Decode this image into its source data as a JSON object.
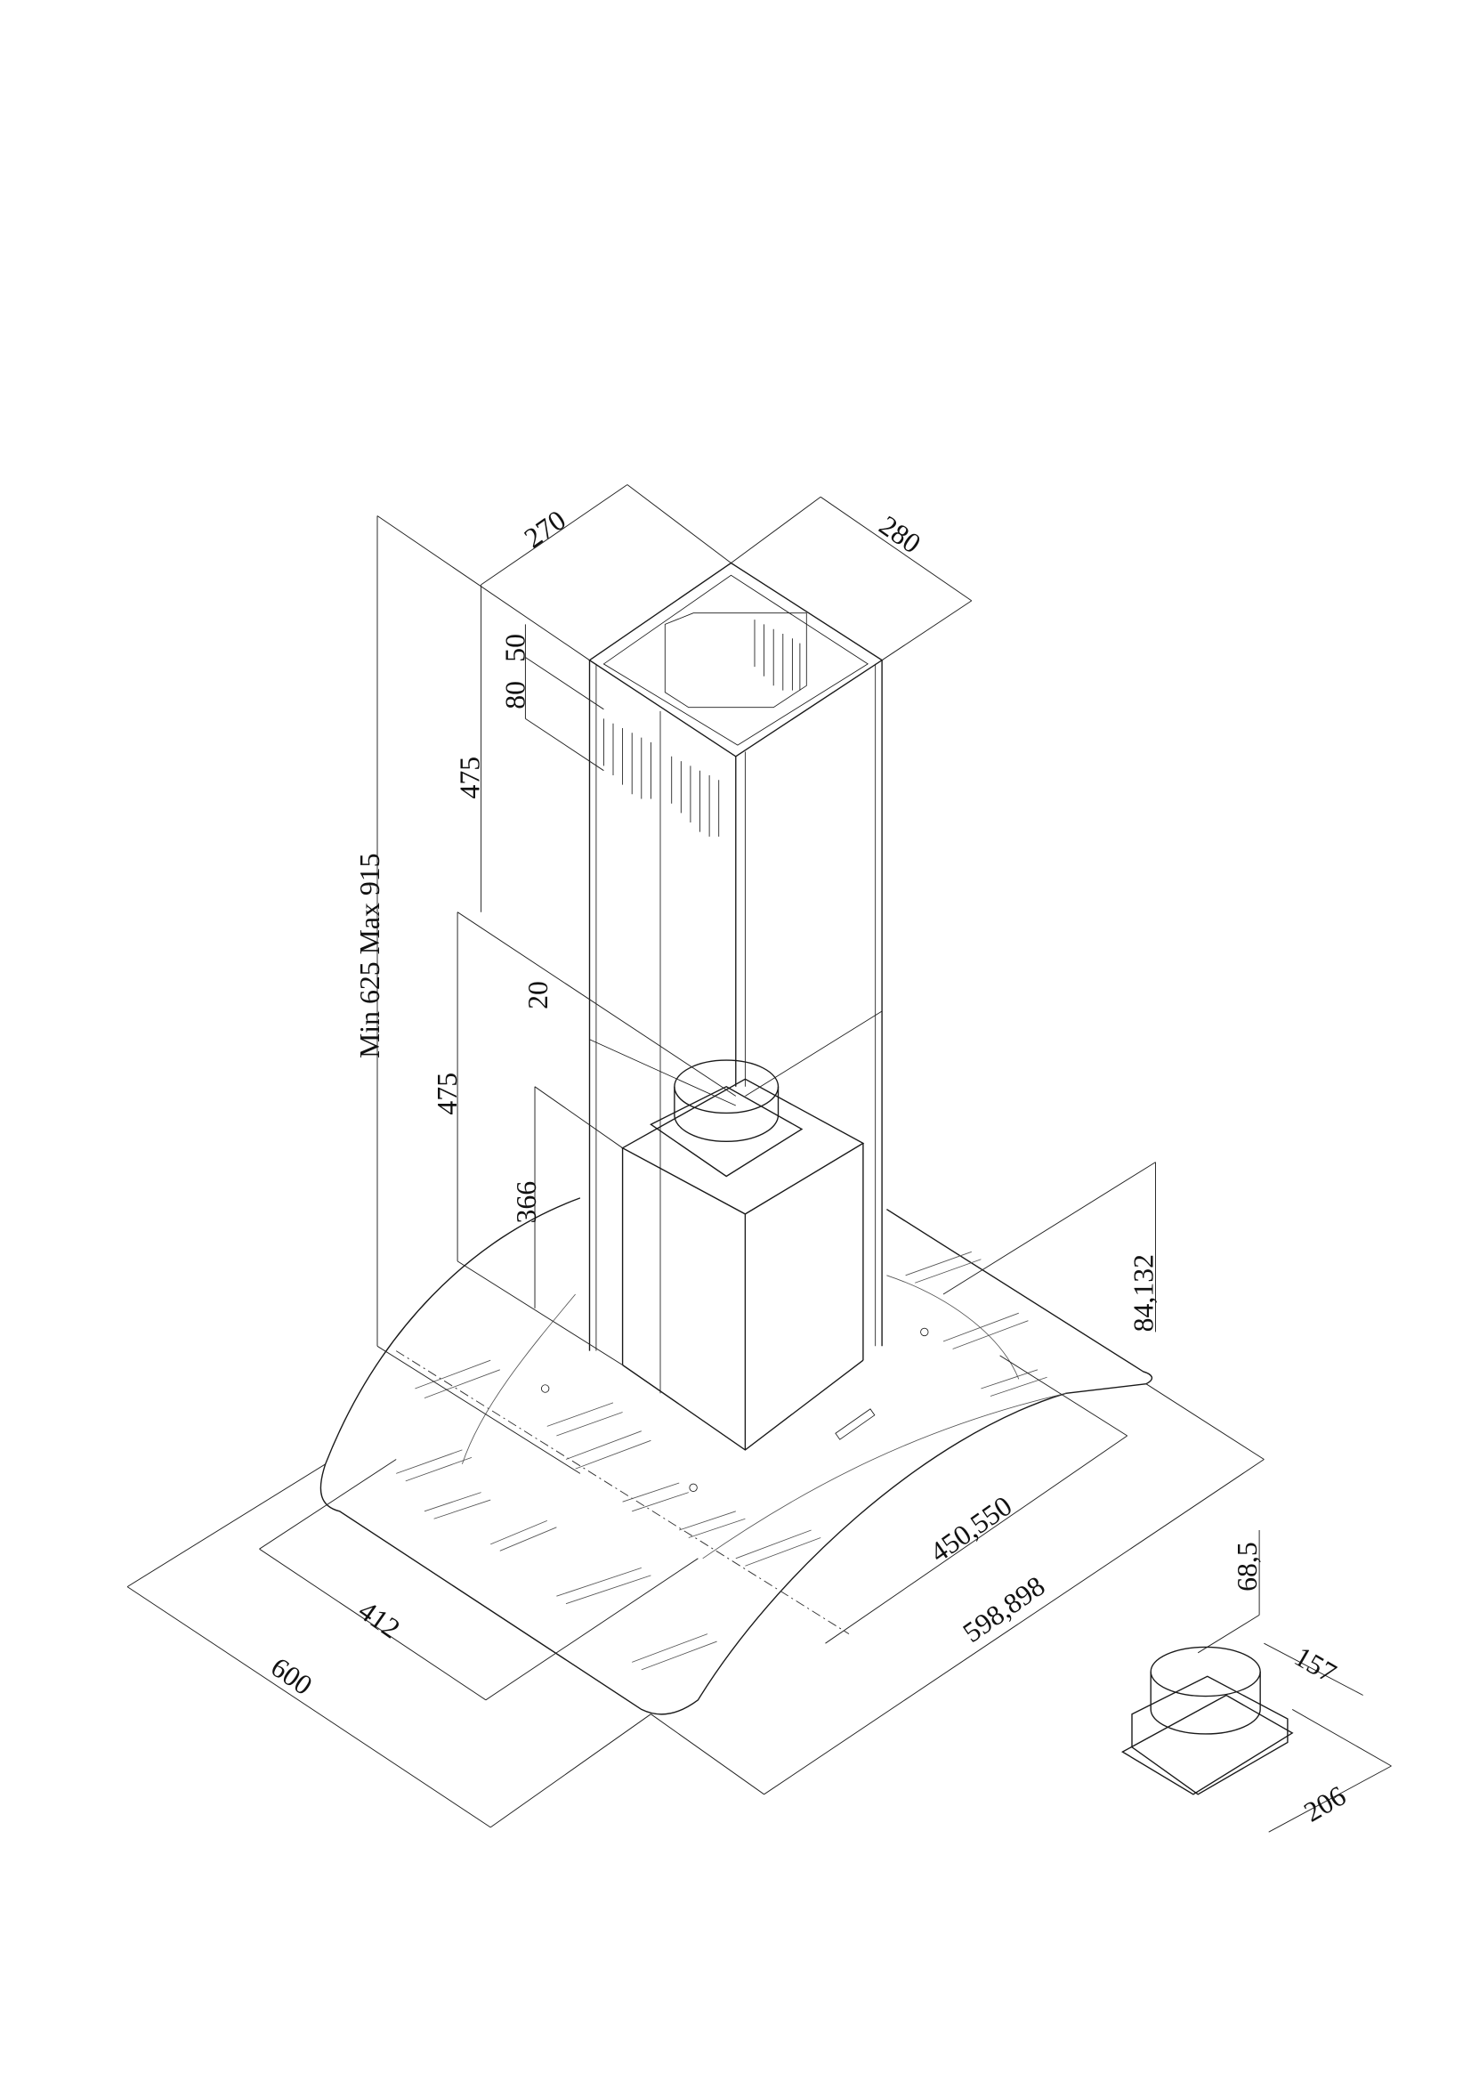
{
  "drawing": {
    "title": "Island cooker hood dimension drawing",
    "dimensions": {
      "overall_height": "Min 625 Max 915",
      "chimney_width": "270",
      "chimney_depth": "280",
      "upper_chimney_height": "475",
      "lower_chimney_height": "475",
      "vent_offset_a": "80",
      "vent_offset_b": "50",
      "chimney_gap": "20",
      "motor_height": "366",
      "glass_rise": "84,132",
      "glass_inner_width": "450,550",
      "glass_outer_width": "598,898",
      "glass_inner_depth": "412",
      "glass_depth": "600",
      "adapter_height": "68,5",
      "adapter_diameter": "157",
      "adapter_width": "206"
    }
  }
}
